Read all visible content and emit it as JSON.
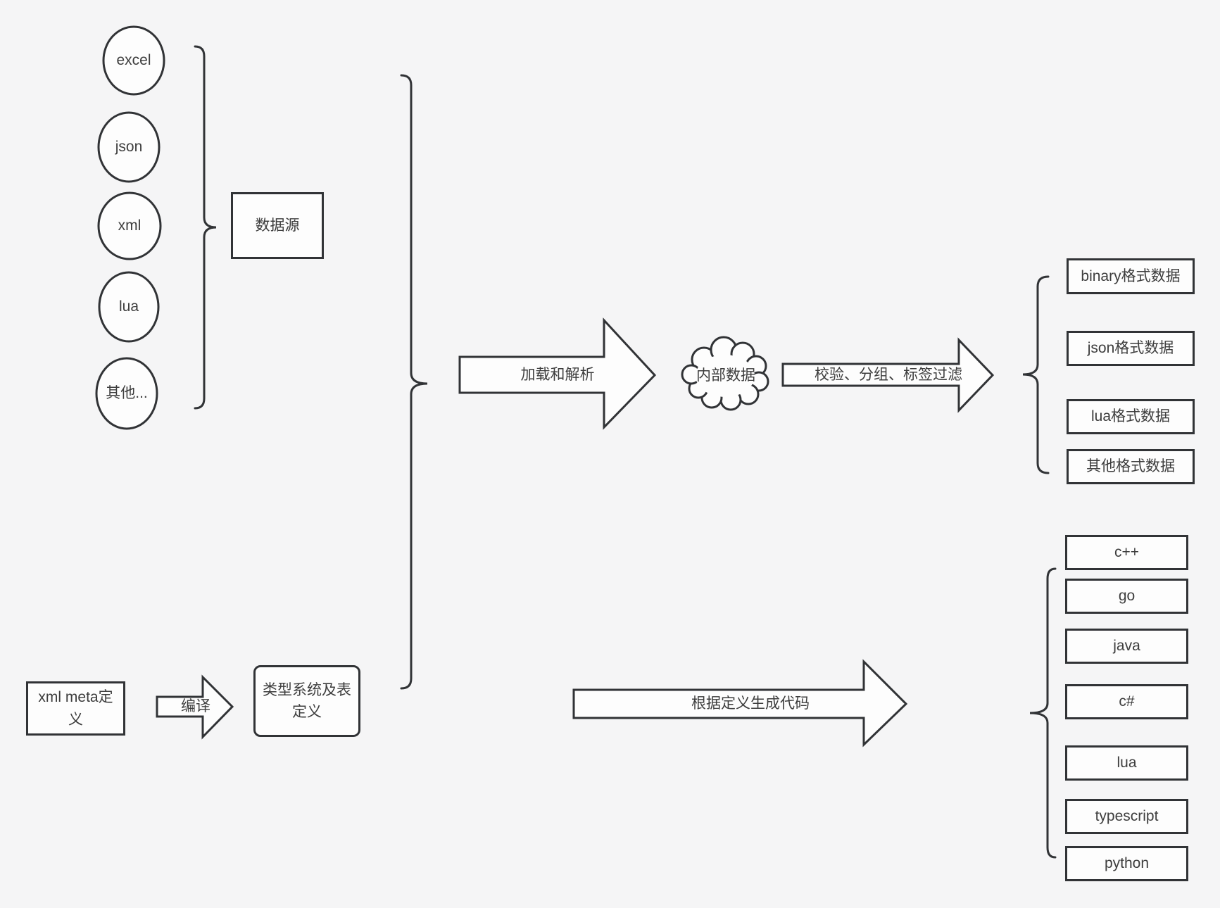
{
  "colors": {
    "background": "#f5f5f6",
    "stroke": "#313336",
    "node_fill": "#fdfdfd",
    "text": "#3d3d3d"
  },
  "data_sources": {
    "group_label": "数据源",
    "items": [
      {
        "label": "excel"
      },
      {
        "label": "json"
      },
      {
        "label": "xml"
      },
      {
        "label": "lua"
      },
      {
        "label": "其他..."
      }
    ]
  },
  "arrows": {
    "load_parse": "加载和解析",
    "filter": "校验、分组、标签过滤",
    "compile": "编译",
    "codegen": "根据定义生成代码"
  },
  "internal_data": {
    "label": "内部数据"
  },
  "definitions": {
    "xml_meta_label": "xml meta定义",
    "type_system_label": "类型系统及表定义"
  },
  "data_formats": [
    {
      "label": "binary格式数据"
    },
    {
      "label": "json格式数据"
    },
    {
      "label": "lua格式数据"
    },
    {
      "label": "其他格式数据"
    }
  ],
  "languages": [
    {
      "label": "c++"
    },
    {
      "label": "go"
    },
    {
      "label": "java"
    },
    {
      "label": "c#"
    },
    {
      "label": "lua"
    },
    {
      "label": "typescript"
    },
    {
      "label": "python"
    }
  ]
}
